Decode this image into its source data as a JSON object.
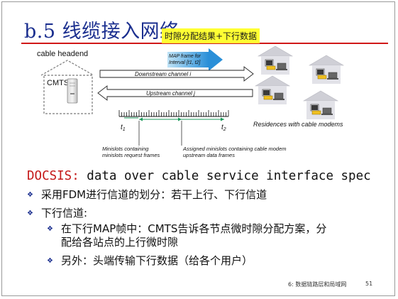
{
  "title": "b.5 线缆接入网络",
  "callout": "时隙分配结果+下行数据",
  "diagram": {
    "headend_label": "cable headend",
    "cmts_label": "CMTS",
    "map_frame_label": [
      "MAP frame for",
      "Interval [t1, t2]"
    ],
    "downstream_label": "Downstream channel i",
    "upstream_label": "Upstream channel j",
    "t1_label": "t",
    "t1_sub": "1",
    "t2_label": "t",
    "t2_sub": "2",
    "minislots_request": [
      "Minislots containing",
      "minislots request frames"
    ],
    "assigned_minislots": [
      "Assigned minislots containing cable modem",
      "upstream data frames"
    ],
    "residences_label": "Residences with cable modems"
  },
  "docsis": {
    "keyword": "DOCSIS:",
    "rest": " data over cable service interface spec"
  },
  "bullets": {
    "b1": "采用FDM进行信道的划分：若干上行、下行信道",
    "b2": "下行信道:",
    "b3_line1": "在下行MAP帧中：CMTS告诉各节点微时隙分配方案，分",
    "b3_line2": "配给各站点的上行微时隙",
    "b4": "另外：头端传输下行数据（给各个用户）"
  },
  "footer": {
    "chapter": "6: 数据链路层和局域网",
    "page": "51"
  },
  "colors": {
    "title": "#1b2f8f",
    "underline": "#d01818",
    "callout_bg": "#ffff33",
    "keyword": "#c41818",
    "map_arrow": "#2a8fd8",
    "minislot_marker": "#1a9a5a"
  }
}
